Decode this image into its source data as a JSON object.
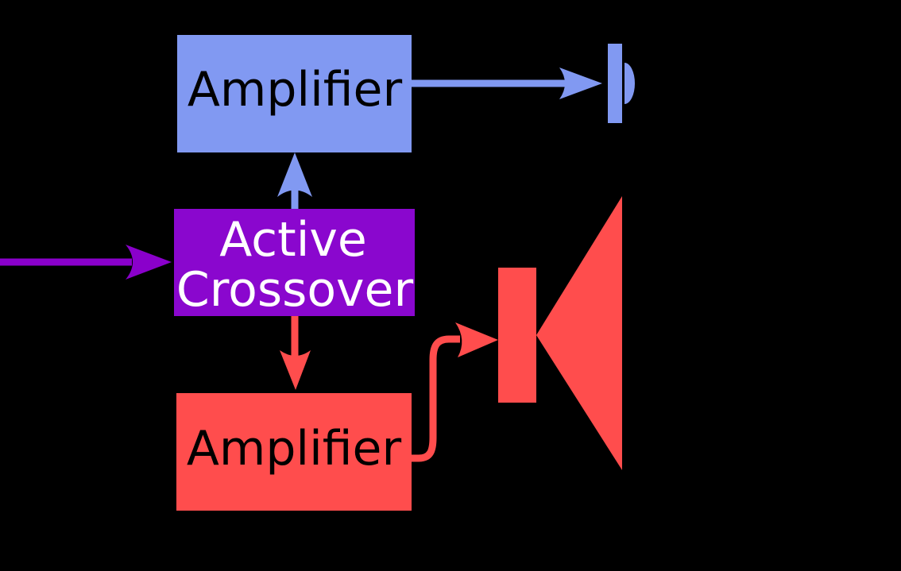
{
  "diagram": {
    "background": "#000000",
    "colors": {
      "high_channel_blue": "#8199F2",
      "crossover_purple": "#8A07CE",
      "input_arrow_purple": "#8A00CB",
      "low_channel_red": "#FF4D4D",
      "label_text_dark": "#000000",
      "crossover_text_white": "#FFFFFF"
    },
    "nodes": {
      "high_amplifier": {
        "label": "Amplifier"
      },
      "active_crossover": {
        "label": "Active Crossover",
        "lines": [
          "Active",
          "Crossover"
        ]
      },
      "low_amplifier": {
        "label": "Amplifier"
      }
    },
    "icons": {
      "tweeter": "tweeter-speaker-icon",
      "woofer": "woofer-speaker-icon"
    },
    "connections": [
      {
        "name": "audio-input-arrow",
        "from": "input",
        "to": "active-crossover",
        "color": "#8A00CB"
      },
      {
        "name": "high-frequency-arrow",
        "from": "active-crossover",
        "to": "high-amplifier",
        "color": "#8199F2"
      },
      {
        "name": "low-frequency-arrow",
        "from": "active-crossover",
        "to": "low-amplifier",
        "color": "#FF4D4D"
      },
      {
        "name": "high-output-arrow",
        "from": "high-amplifier",
        "to": "tweeter",
        "color": "#8199F2"
      },
      {
        "name": "low-output-arrow",
        "from": "low-amplifier",
        "to": "woofer",
        "color": "#FF4D4D"
      }
    ]
  }
}
